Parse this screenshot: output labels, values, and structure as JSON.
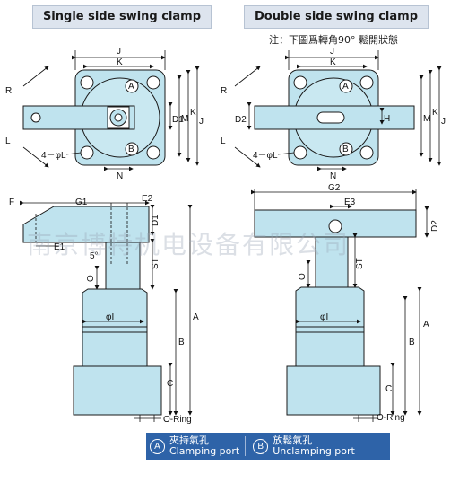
{
  "titles": {
    "single": "Single side swing clamp",
    "double": "Double side swing clamp",
    "note": "注：下圖爲轉角90°  鬆開狀態"
  },
  "labels": {
    "J": "J",
    "K": "K",
    "M": "M",
    "D1": "D1",
    "D2": "D2",
    "H": "H",
    "N": "N",
    "R": "R",
    "L": "L",
    "hole": "4－φL",
    "F": "F",
    "G1": "G1",
    "G2": "G2",
    "E1": "E1",
    "E2": "E2",
    "E3": "E3",
    "angle": "5°",
    "O": "O",
    "ST": "ST",
    "phiI": "φI",
    "A": "A",
    "B": "B",
    "C": "C",
    "oring": "O-Ring",
    "portA": "A",
    "portB": "B"
  },
  "watermark": "南京博特机电设备有限公司",
  "legend": {
    "a_symbol": "A",
    "a_cn": "夾持氣孔",
    "a_en": "Clamping port",
    "b_symbol": "B",
    "b_cn": "放鬆氣孔",
    "b_en": "Unclamping port"
  },
  "colors": {
    "part_fill": "#bfe3ee",
    "line": "#1a1a1a",
    "legend_bg": "#2e63a8",
    "title_bg": "#dde4ee"
  }
}
